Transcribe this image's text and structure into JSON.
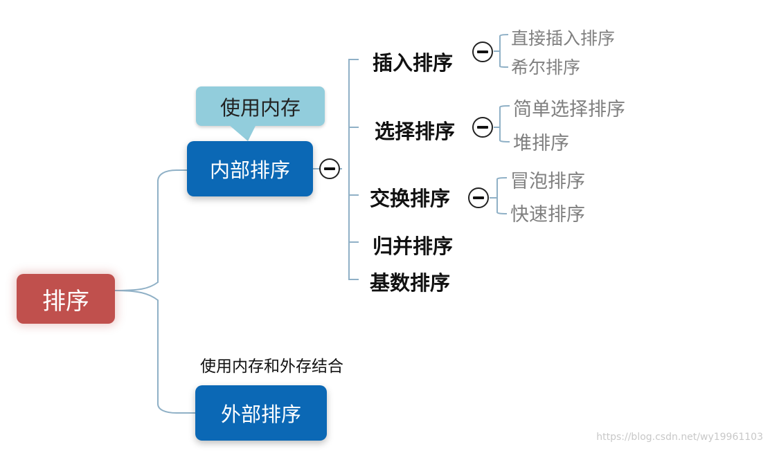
{
  "root": "排序",
  "internal": {
    "label": "内部排序",
    "callout": "使用内存",
    "categories": [
      {
        "label": "插入排序",
        "children": [
          "直接插入排序",
          "希尔排序"
        ]
      },
      {
        "label": "选择排序",
        "children": [
          "简单选择排序",
          "堆排序"
        ]
      },
      {
        "label": "交换排序",
        "children": [
          "冒泡排序",
          "快速排序"
        ]
      },
      {
        "label": "归并排序",
        "children": []
      },
      {
        "label": "基数排序",
        "children": []
      }
    ]
  },
  "external": {
    "label": "外部排序",
    "note": "使用内存和外存结合"
  },
  "watermark": "https://blog.csdn.net/wy19961103",
  "colors": {
    "root": "#c0504d",
    "node": "#0b68b5",
    "callout": "#92cddc",
    "line": "#8fb0c6",
    "leaf_text": "#7f7f7f"
  },
  "icons": {
    "collapse": "minus-circle-icon"
  }
}
